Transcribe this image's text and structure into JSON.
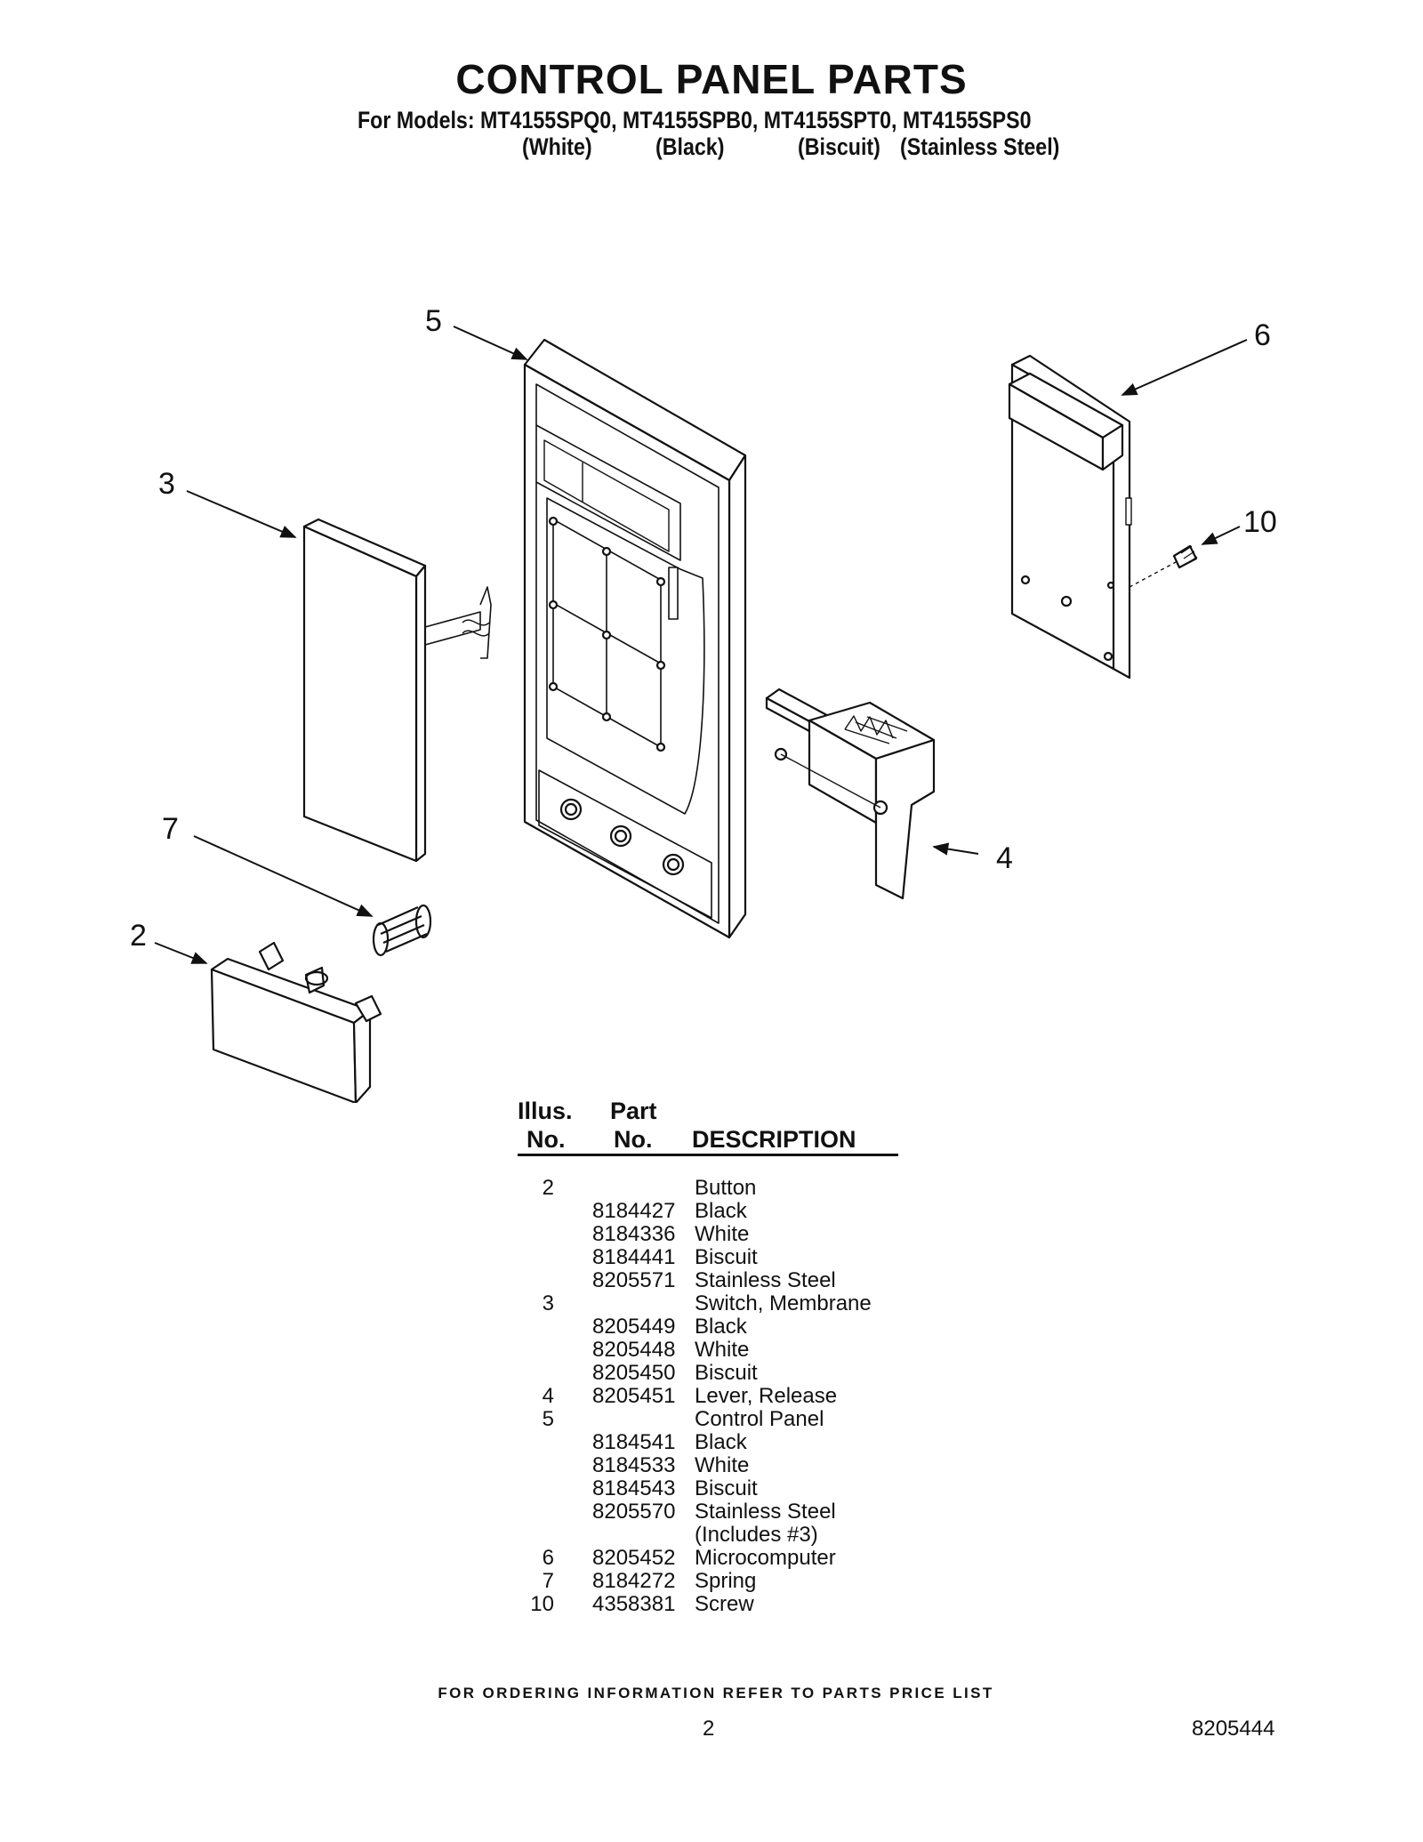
{
  "header": {
    "title": "CONTROL PANEL PARTS",
    "models_line": "For Models: MT4155SPQ0, MT4155SPB0, MT4155SPT0, MT4155SPS0",
    "model_colors": [
      "(White)",
      "(Black)",
      "(Biscuit)",
      "(Stainless Steel)"
    ]
  },
  "diagram": {
    "callouts": [
      "5",
      "6",
      "3",
      "10",
      "7",
      "4",
      "2"
    ]
  },
  "parts_table": {
    "headers": {
      "illus_line1": "Illus.",
      "illus_line2": "No.",
      "part_line1": "Part",
      "part_line2": "No.",
      "description": "DESCRIPTION"
    },
    "rows": [
      {
        "illus": "2",
        "part": "",
        "desc": "Button"
      },
      {
        "illus": "",
        "part": "8184427",
        "desc": "Black"
      },
      {
        "illus": "",
        "part": "8184336",
        "desc": "White"
      },
      {
        "illus": "",
        "part": "8184441",
        "desc": "Biscuit"
      },
      {
        "illus": "",
        "part": "8205571",
        "desc": "Stainless Steel"
      },
      {
        "illus": "3",
        "part": "",
        "desc": "Switch, Membrane"
      },
      {
        "illus": "",
        "part": "8205449",
        "desc": "Black"
      },
      {
        "illus": "",
        "part": "8205448",
        "desc": "White"
      },
      {
        "illus": "",
        "part": "8205450",
        "desc": "Biscuit"
      },
      {
        "illus": "4",
        "part": "8205451",
        "desc": "Lever, Release"
      },
      {
        "illus": "5",
        "part": "",
        "desc": "Control Panel"
      },
      {
        "illus": "",
        "part": "8184541",
        "desc": "Black"
      },
      {
        "illus": "",
        "part": "8184533",
        "desc": "White"
      },
      {
        "illus": "",
        "part": "8184543",
        "desc": "Biscuit"
      },
      {
        "illus": "",
        "part": "8205570",
        "desc": "Stainless Steel"
      },
      {
        "illus": "",
        "part": "",
        "desc": "(Includes #3)"
      },
      {
        "illus": "6",
        "part": "8205452",
        "desc": "Microcomputer"
      },
      {
        "illus": "7",
        "part": "8184272",
        "desc": "Spring"
      },
      {
        "illus": "10",
        "part": "4358381",
        "desc": "Screw"
      }
    ]
  },
  "footer": {
    "ordering_note": "FOR ORDERING INFORMATION REFER TO PARTS PRICE LIST",
    "page_number": "2",
    "document_number": "8205444"
  }
}
